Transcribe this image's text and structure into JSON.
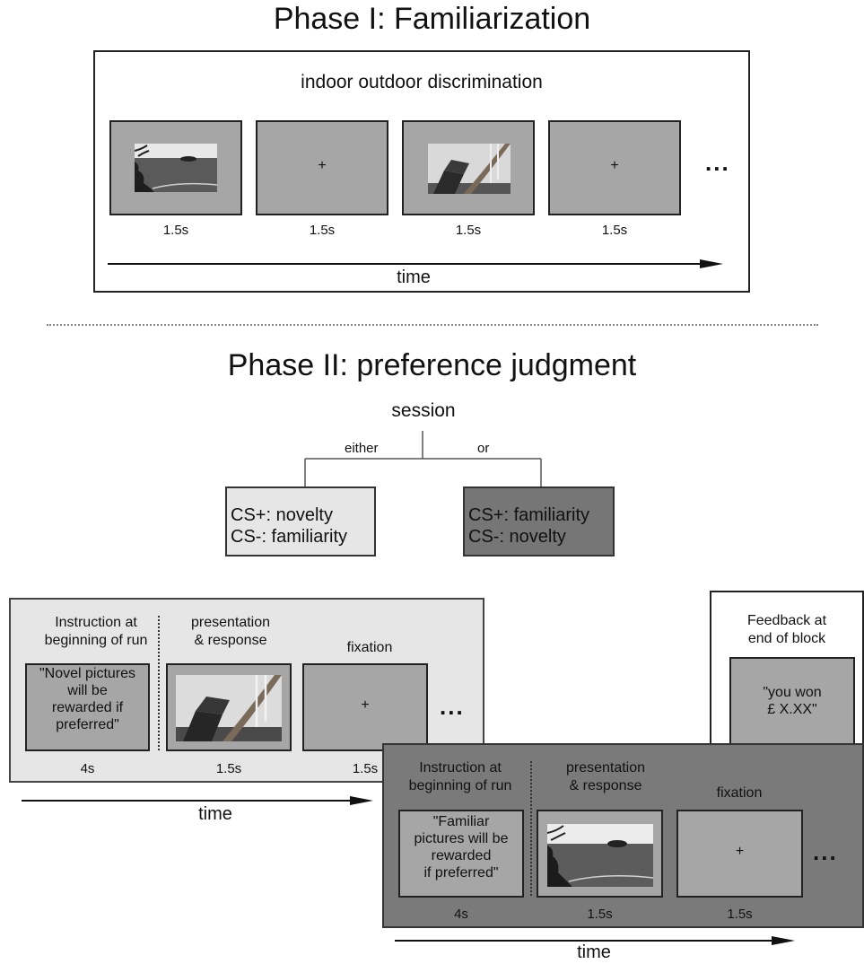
{
  "phase1": {
    "title": "Phase I: Familiarization",
    "task": "indoor outdoor discrimination",
    "durations": [
      "1.5s",
      "1.5s",
      "1.5s",
      "1.5s"
    ],
    "fixation": "+",
    "ellipsis": "...",
    "time_label": "time"
  },
  "phase2": {
    "title": "Phase II: preference judgment",
    "session_label": "session",
    "either_label": "either",
    "or_label": "or",
    "condition_a": {
      "line1": "CS+: novelty",
      "line2": "CS-: familiarity"
    },
    "condition_b": {
      "line1": "CS+: familiarity",
      "line2": "CS-: novelty"
    },
    "run_a": {
      "instruction_header_1": "Instruction at",
      "instruction_header_2": "beginning of run",
      "presentation_header_1": "presentation",
      "presentation_header_2": "& response",
      "fixation_header": "fixation",
      "instruction_text": [
        "\"Novel pictures",
        "will be",
        "rewarded if",
        "preferred\""
      ],
      "durations": [
        "4s",
        "1.5s",
        "1.5s"
      ],
      "fixation": "+",
      "ellipsis": "...",
      "time_label": "time"
    },
    "run_b": {
      "instruction_header_1": "Instruction at",
      "instruction_header_2": "beginning of run",
      "presentation_header_1": "presentation",
      "presentation_header_2": "& response",
      "fixation_header": "fixation",
      "instruction_text": [
        "\"Familiar",
        "pictures will be",
        "rewarded",
        "if preferred\""
      ],
      "durations": [
        "4s",
        "1.5s",
        "1.5s"
      ],
      "fixation": "+",
      "ellipsis": "...",
      "time_label": "time"
    },
    "feedback": {
      "header_1": "Feedback at",
      "header_2": "end of block",
      "text_1": "\"you won",
      "text_2": "£ X.XX\""
    }
  },
  "colors": {
    "screen": "#a6a6a6",
    "panel_light": "#e6e6e6",
    "panel_dark": "#7a7a7a",
    "condition_dark": "#767676"
  }
}
